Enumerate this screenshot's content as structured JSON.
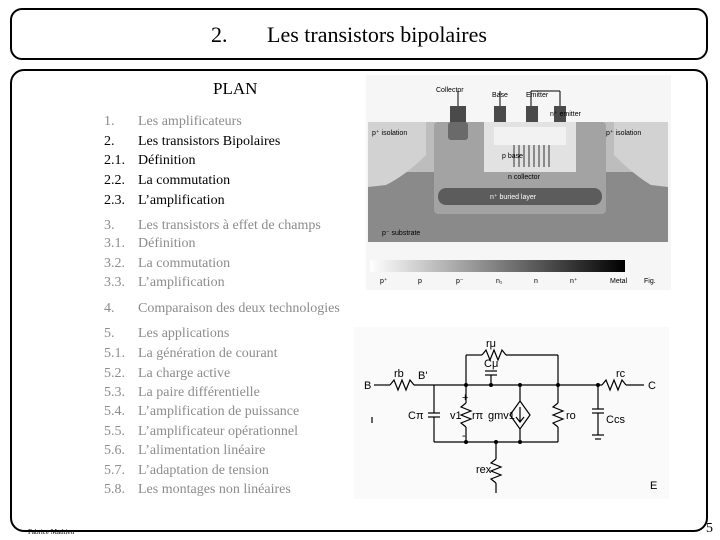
{
  "slide": {
    "number": "2.",
    "title": "Les transistors bipolaires",
    "plan": "PLAN",
    "author": "Fabrice Mathieu",
    "page": "5"
  },
  "toc": [
    {
      "num": "1.",
      "label": "Les amplificateurs"
    },
    {
      "num": "2.",
      "label": "Les transistors Bipolaires"
    },
    {
      "num": "2.1.",
      "label": "Définition"
    },
    {
      "num": "2.2.",
      "label": "La commutation"
    },
    {
      "num": "2.3.",
      "label": "L’amplification"
    },
    {
      "num": "3.",
      "label": "Les transistors à effet de champs"
    },
    {
      "num": "3.1.",
      "label": "Définition"
    },
    {
      "num": "3.2.",
      "label": "La commutation"
    },
    {
      "num": "3.3.",
      "label": "L’amplification"
    },
    {
      "num": "4.",
      "label": "Comparaison des deux technologies"
    },
    {
      "num": "5.",
      "label": "Les applications"
    },
    {
      "num": "5.1.",
      "label": "La génération de courant"
    },
    {
      "num": "5.2.",
      "label": "La charge active"
    },
    {
      "num": "5.3.",
      "label": "La paire différentielle"
    },
    {
      "num": "5.4.",
      "label": "L’amplification de puissance"
    },
    {
      "num": "5.5.",
      "label": "L’amplificateur opérationnel"
    },
    {
      "num": "5.6.",
      "label": "L’alimentation linéaire"
    },
    {
      "num": "5.7.",
      "label": "L’adaptation de tension"
    },
    {
      "num": "5.8.",
      "label": "Les montages non linéaires"
    }
  ],
  "cross_section": {
    "collector": "Collector",
    "base": "Base",
    "emitter": "Emitter",
    "emitter_region": "n⁺ emitter",
    "p_isolation_left": "p⁺ isolation",
    "p_isolation_right": "p⁺ isolation",
    "n_collector": "n collector",
    "buried_layer": "n⁺ buried layer",
    "p_substrate": "p⁻ substrate",
    "p_base": "p base",
    "scale": [
      "p⁺",
      "p",
      "p⁻",
      "n₁",
      "n",
      "n⁺",
      "Metal"
    ],
    "fig": "Fig."
  },
  "circuit": {
    "B": "B",
    "Bp": "B'",
    "C": "C",
    "E": "E",
    "rmu": "rμ",
    "cmu": "Cμ",
    "rb": "rb",
    "rc": "rc",
    "cpi": "Cπ",
    "rpi": "rπ",
    "gm": "gmv1",
    "ro": "ro",
    "ccs": "Ccs",
    "rex": "rex",
    "v1": "v1",
    "plus": "+",
    "minus": "-"
  }
}
